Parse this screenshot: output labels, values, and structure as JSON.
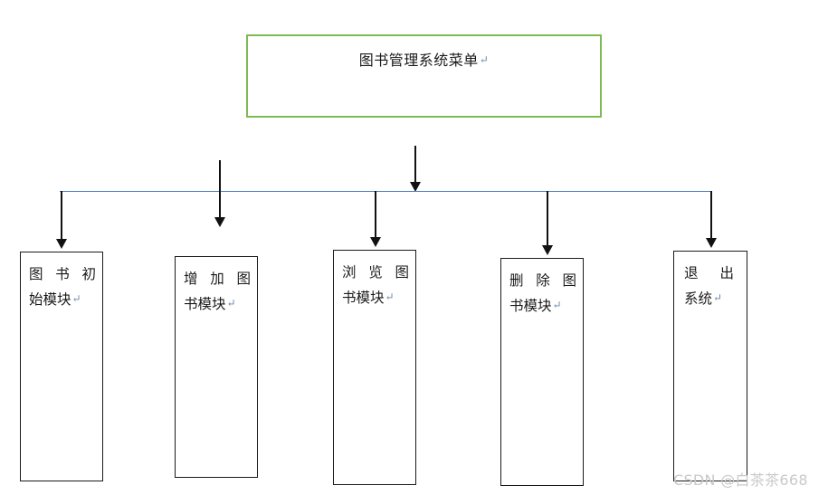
{
  "diagram": {
    "type": "hierarchy-tree",
    "root": {
      "label": "图书管理系统菜单",
      "mark": "↵",
      "border_color": "#7FBA53"
    },
    "connector": {
      "bus_color": "#4A7EBB",
      "arrow_color": "#111111"
    },
    "nodes": [
      {
        "id": "init-module",
        "lines": [
          "图",
          "书",
          "初"
        ],
        "line2": "始模块",
        "mark": "↵",
        "border_color": "#1a1a1a"
      },
      {
        "id": "add-module",
        "lines": [
          "增",
          "加",
          "图"
        ],
        "line2": "书模块",
        "mark": "↵",
        "border_color": "#1a1a1a"
      },
      {
        "id": "browse-module",
        "lines": [
          "浏",
          "览",
          "图"
        ],
        "line2": "书模块",
        "mark": "↵",
        "border_color": "#1a1a1a"
      },
      {
        "id": "delete-module",
        "lines": [
          "删",
          "除",
          "图"
        ],
        "line2": "书模块",
        "mark": "↵",
        "border_color": "#1a1a1a"
      },
      {
        "id": "exit-module",
        "lines": [
          "退",
          "出"
        ],
        "line2": "系统",
        "mark": "↵",
        "border_color": "#1a1a1a"
      }
    ]
  },
  "watermark": {
    "text": "CSDN @白茶茶668"
  }
}
